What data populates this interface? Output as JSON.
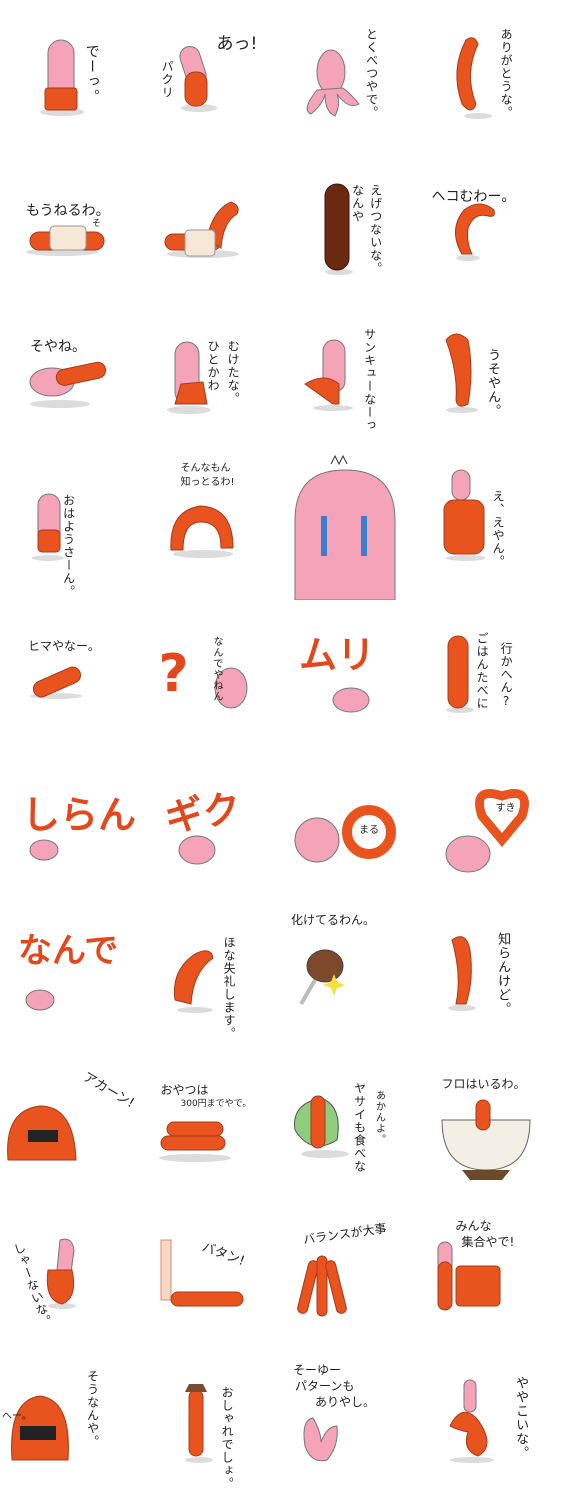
{
  "stickers": [
    {
      "text": "でーっ。"
    },
    {
      "text": "あっ!",
      "sub": "パクリ"
    },
    {
      "text": "とくべつやで。"
    },
    {
      "text": "ありがとうな。"
    },
    {
      "text": "もうねるわ。",
      "sub": "そ"
    },
    {
      "text": ""
    },
    {
      "text": "なんや",
      "sub": "えげつないな。"
    },
    {
      "text": "ヘコむわー。"
    },
    {
      "text": "そやね。"
    },
    {
      "text": "ひとかわ",
      "sub": "むけたな。"
    },
    {
      "text": "サンキューなーっ"
    },
    {
      "text": "うそやん。"
    },
    {
      "text": "おはようさーん。"
    },
    {
      "text": "そんなもん",
      "sub": "知っとるわ!"
    },
    {
      "text": ""
    },
    {
      "text": "え、えやん。"
    },
    {
      "text": "ヒマやなー。"
    },
    {
      "text": "なんでやねん",
      "big": "?"
    },
    {
      "text": "",
      "big": "ムリ"
    },
    {
      "text": "ごはんたべに",
      "sub": "行かへん?"
    },
    {
      "text": "",
      "big": "しらん"
    },
    {
      "text": "",
      "big": "ギク"
    },
    {
      "text": "まる"
    },
    {
      "text": "すき"
    },
    {
      "text": "",
      "big": "なんで"
    },
    {
      "text": "ほな失礼します。"
    },
    {
      "text": "化けてるわん。"
    },
    {
      "text": "知らんけど。"
    },
    {
      "text": "アカーン!"
    },
    {
      "text": "おやつは",
      "sub": "300円までやで。"
    },
    {
      "text": "ヤサイも食べな",
      "sub": "あかんよ。"
    },
    {
      "text": "フロはいるわ。"
    },
    {
      "text": "しゃーないな。"
    },
    {
      "text": "バタン!"
    },
    {
      "text": "バランスが大事"
    },
    {
      "text": "みんな",
      "sub": "集合やで!"
    },
    {
      "text": "そうなんや。",
      "sub": "へー。"
    },
    {
      "text": "おしゃれでしょ。"
    },
    {
      "text": "そーゆー",
      "sub": "パターンも",
      "sub2": "ありやし。"
    },
    {
      "text": "ややこいな。"
    }
  ]
}
